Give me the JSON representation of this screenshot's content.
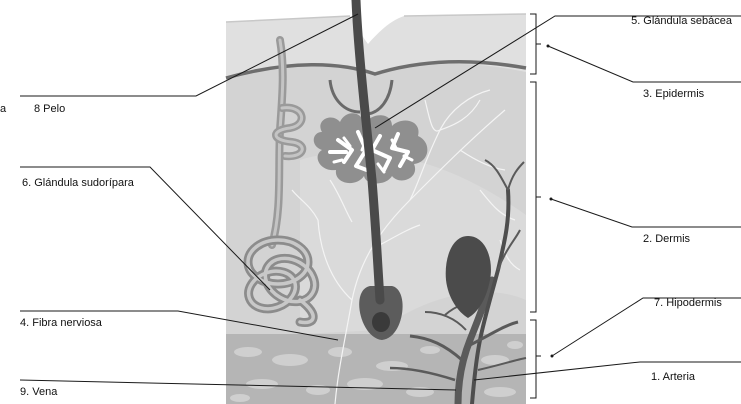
{
  "diagram": {
    "stray_mark": "a",
    "labels": {
      "hair": "8 Pelo",
      "sweat_gland": "6. Glándula sudorípara",
      "nerve_fiber": "4. Fibra nerviosa",
      "vein": "9. Vena",
      "sebaceous_gland": "5. Glándula sebácea",
      "epidermis": "3. Epidermis",
      "dermis": "2. Dermis",
      "hypodermis": "7. Hipodermis",
      "artery": "1. Arteria"
    },
    "colors": {
      "background": "#ffffff",
      "epidermis": "#dddddd",
      "dermis": "#d4d4d4",
      "hypodermis": "#b3b3b3",
      "hair": "#4a4a4a",
      "gland": "#8f8f8f",
      "vessel": "#5a5a5a",
      "leader": "#1a1a1a"
    }
  }
}
